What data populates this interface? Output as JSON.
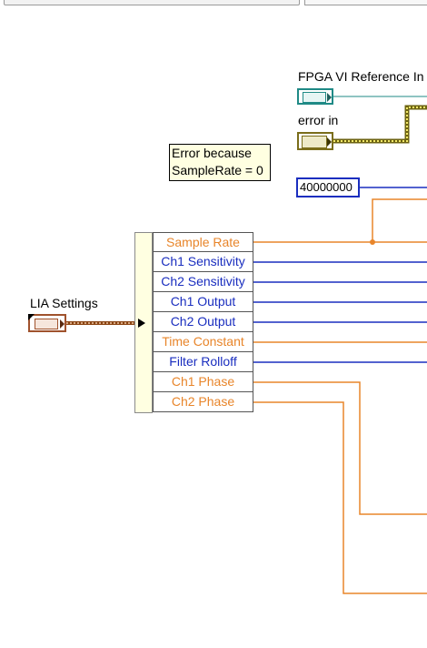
{
  "toolbar": {
    "left_control": "",
    "right_control": ""
  },
  "diagram": {
    "fpga_ref": {
      "label": "FPGA VI Reference In",
      "icon": "fpga-reference-icon",
      "color": "#1f8a86"
    },
    "error_in": {
      "label": "error in",
      "icon": "error-cluster-icon",
      "color": "#7a6d1a"
    },
    "comment": {
      "line1": "Error because",
      "line2": "SampleRate = 0"
    },
    "constant": {
      "value": "40000000",
      "color": "#1a2ebf"
    },
    "lia_settings": {
      "label": "LIA Settings",
      "icon": "cluster-icon",
      "color": "#a0522d"
    },
    "unbundle_fields": [
      {
        "label": "Sample Rate",
        "type": "double",
        "color": "#e8852a"
      },
      {
        "label": "Ch1 Sensitivity",
        "type": "integer",
        "color": "#1a2ebf"
      },
      {
        "label": "Ch2 Sensitivity",
        "type": "integer",
        "color": "#1a2ebf"
      },
      {
        "label": "Ch1 Output",
        "type": "integer",
        "color": "#1a2ebf"
      },
      {
        "label": "Ch2 Output",
        "type": "integer",
        "color": "#1a2ebf"
      },
      {
        "label": "Time Constant",
        "type": "double",
        "color": "#e8852a"
      },
      {
        "label": "Filter Rolloff",
        "type": "integer",
        "color": "#1a2ebf"
      },
      {
        "label": "Ch1 Phase",
        "type": "double",
        "color": "#e8852a"
      },
      {
        "label": "Ch2 Phase",
        "type": "double",
        "color": "#e8852a"
      }
    ]
  }
}
